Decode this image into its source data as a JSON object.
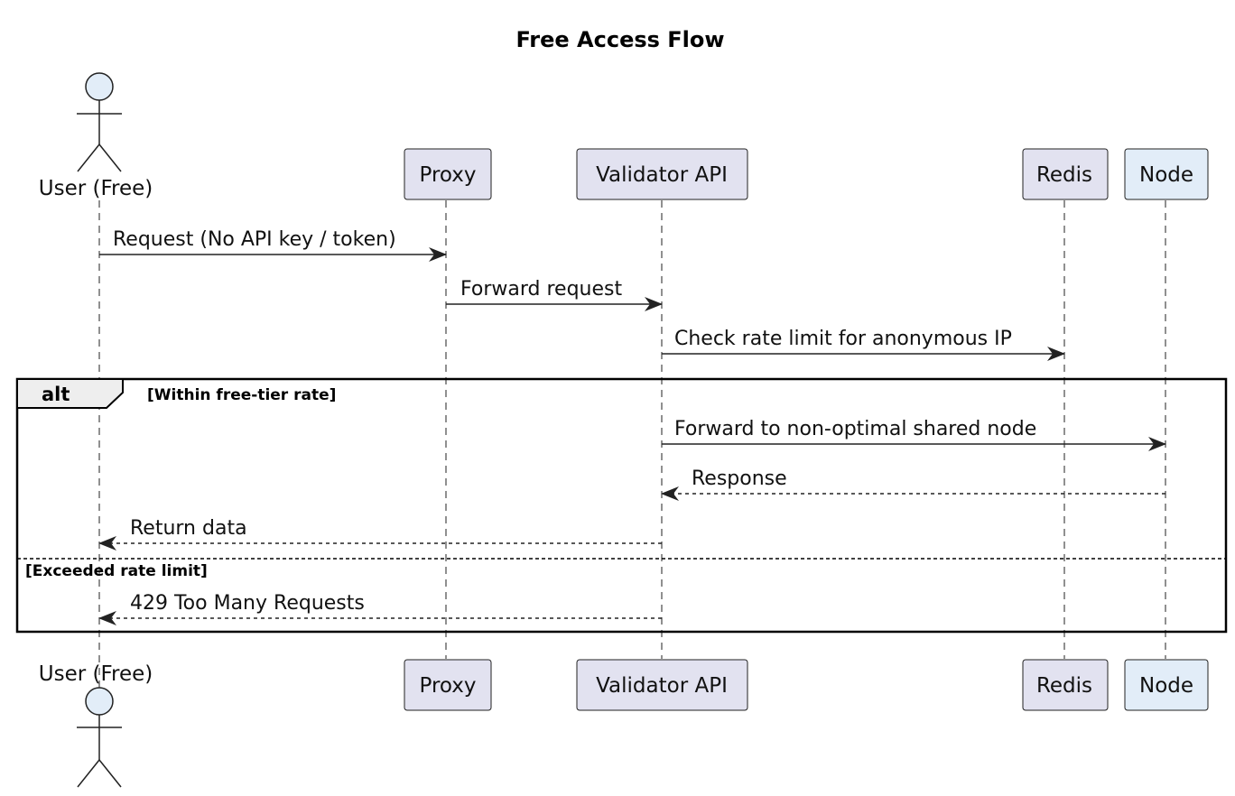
{
  "title": "Free Access Flow",
  "colors": {
    "participant_fill": "#E2E2F0",
    "node_fill": "#E2EDF8",
    "actor_fill": "#E2EDF8",
    "line": "#222222"
  },
  "participants": [
    {
      "id": "user",
      "label": "User (Free)",
      "kind": "actor"
    },
    {
      "id": "proxy",
      "label": "Proxy",
      "kind": "box"
    },
    {
      "id": "validator",
      "label": "Validator API",
      "kind": "box"
    },
    {
      "id": "redis",
      "label": "Redis",
      "kind": "box"
    },
    {
      "id": "node",
      "label": "Node",
      "kind": "box-blue"
    }
  ],
  "messages": [
    {
      "from": "user",
      "to": "proxy",
      "label": "Request (No API key / token)",
      "style": "solid"
    },
    {
      "from": "proxy",
      "to": "validator",
      "label": "Forward request",
      "style": "solid"
    },
    {
      "from": "validator",
      "to": "redis",
      "label": "Check rate limit for anonymous IP",
      "style": "solid"
    },
    {
      "from": "validator",
      "to": "node",
      "label": "Forward to non-optimal shared node",
      "style": "solid"
    },
    {
      "from": "node",
      "to": "validator",
      "label": "Response",
      "style": "dashed"
    },
    {
      "from": "validator",
      "to": "user",
      "label": "Return data",
      "style": "dashed"
    },
    {
      "from": "validator",
      "to": "user",
      "label": "429 Too Many Requests",
      "style": "dashed"
    }
  ],
  "alt_fragment": {
    "keyword": "alt",
    "guard_1": "[Within free-tier rate]",
    "guard_2": "[Exceeded rate limit]"
  }
}
